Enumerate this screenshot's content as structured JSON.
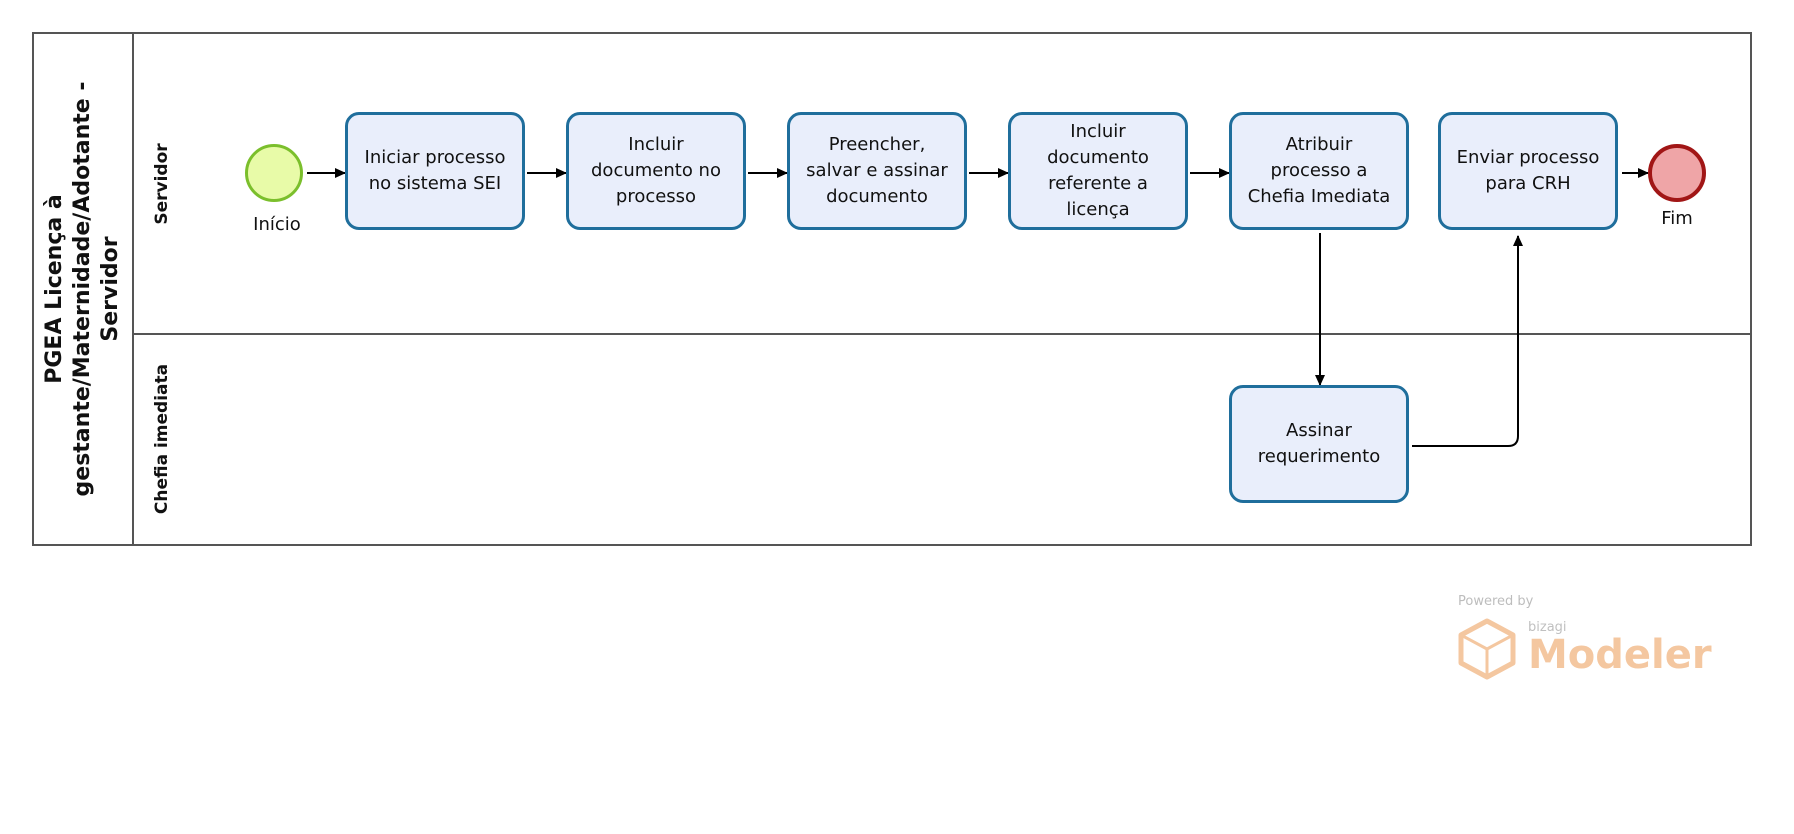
{
  "pool": {
    "title": "PGEA Licença à gestante/Maternidade/Adotante - Servidor"
  },
  "lanes": [
    {
      "label": "Servidor"
    },
    {
      "label": "Chefia imediata"
    }
  ],
  "events": {
    "start": {
      "label": "Início"
    },
    "end": {
      "label": "Fim"
    }
  },
  "tasks": [
    {
      "text": "Iniciar processo\nno sistema SEI"
    },
    {
      "text": "Incluir\ndocumento no\nprocesso"
    },
    {
      "text": "Preencher,\nsalvar e assinar\ndocumento"
    },
    {
      "text": "Incluir\ndocumento\nreferente a\nlicença"
    },
    {
      "text": "Atribuir\nprocesso a\nChefia Imediata"
    },
    {
      "text": "Enviar processo\npara CRH"
    },
    {
      "text": "Assinar\nrequerimento"
    }
  ],
  "watermark": {
    "powered": "Powered by",
    "brand": "bizagi",
    "product": "Modeler"
  },
  "colors": {
    "task_fill": "#e9eefb",
    "task_border": "#1f6e9c",
    "start_fill": "#e8fba8",
    "start_border": "#7bbf2c",
    "end_fill": "#efa5a7",
    "end_border": "#a11616",
    "watermark_accent": "#f4c7a0"
  }
}
